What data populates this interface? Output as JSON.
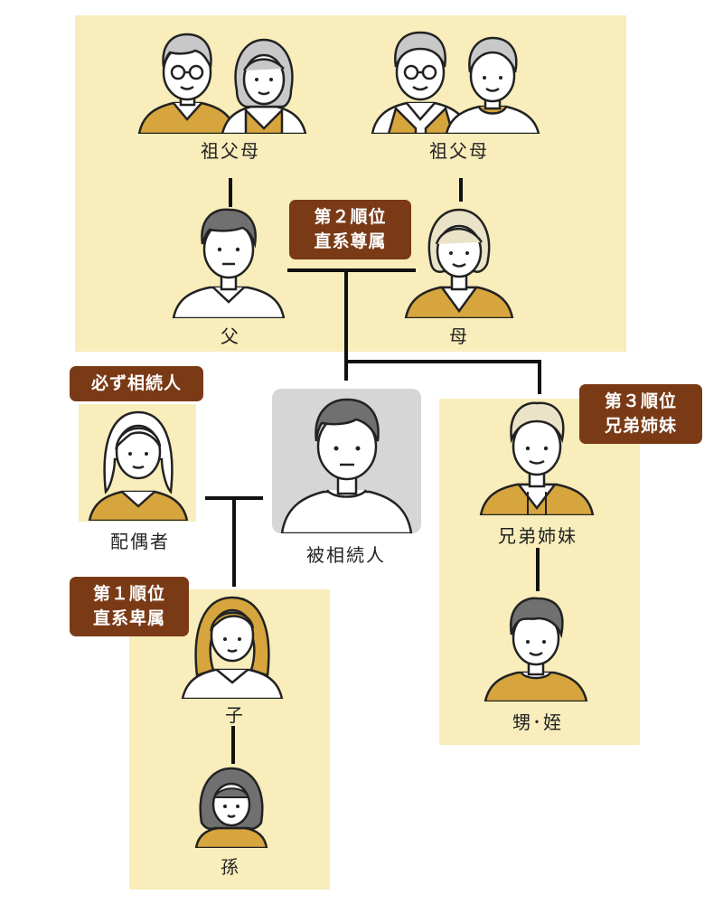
{
  "labels": {
    "grandparents_paternal": "祖父母",
    "grandparents_maternal": "祖父母",
    "father": "父",
    "mother": "母",
    "spouse": "配偶者",
    "decedent": "被相続人",
    "siblings": "兄弟姉妹",
    "nephew_niece": "甥･姪",
    "child": "子",
    "grandchild": "孫"
  },
  "badges": {
    "rank2": {
      "line1": "第２順位",
      "line2": "直系尊属"
    },
    "always": {
      "line1": "必ず相続人"
    },
    "rank3": {
      "line1": "第３順位",
      "line2": "兄弟姉妹"
    },
    "rank1": {
      "line1": "第１順位",
      "line2": "直系卑属"
    }
  },
  "colors": {
    "zone": "#f8edbb",
    "badge": "#7a3a16",
    "mustard": "#d6a53d",
    "decedent_bg": "#d6d6d6"
  }
}
